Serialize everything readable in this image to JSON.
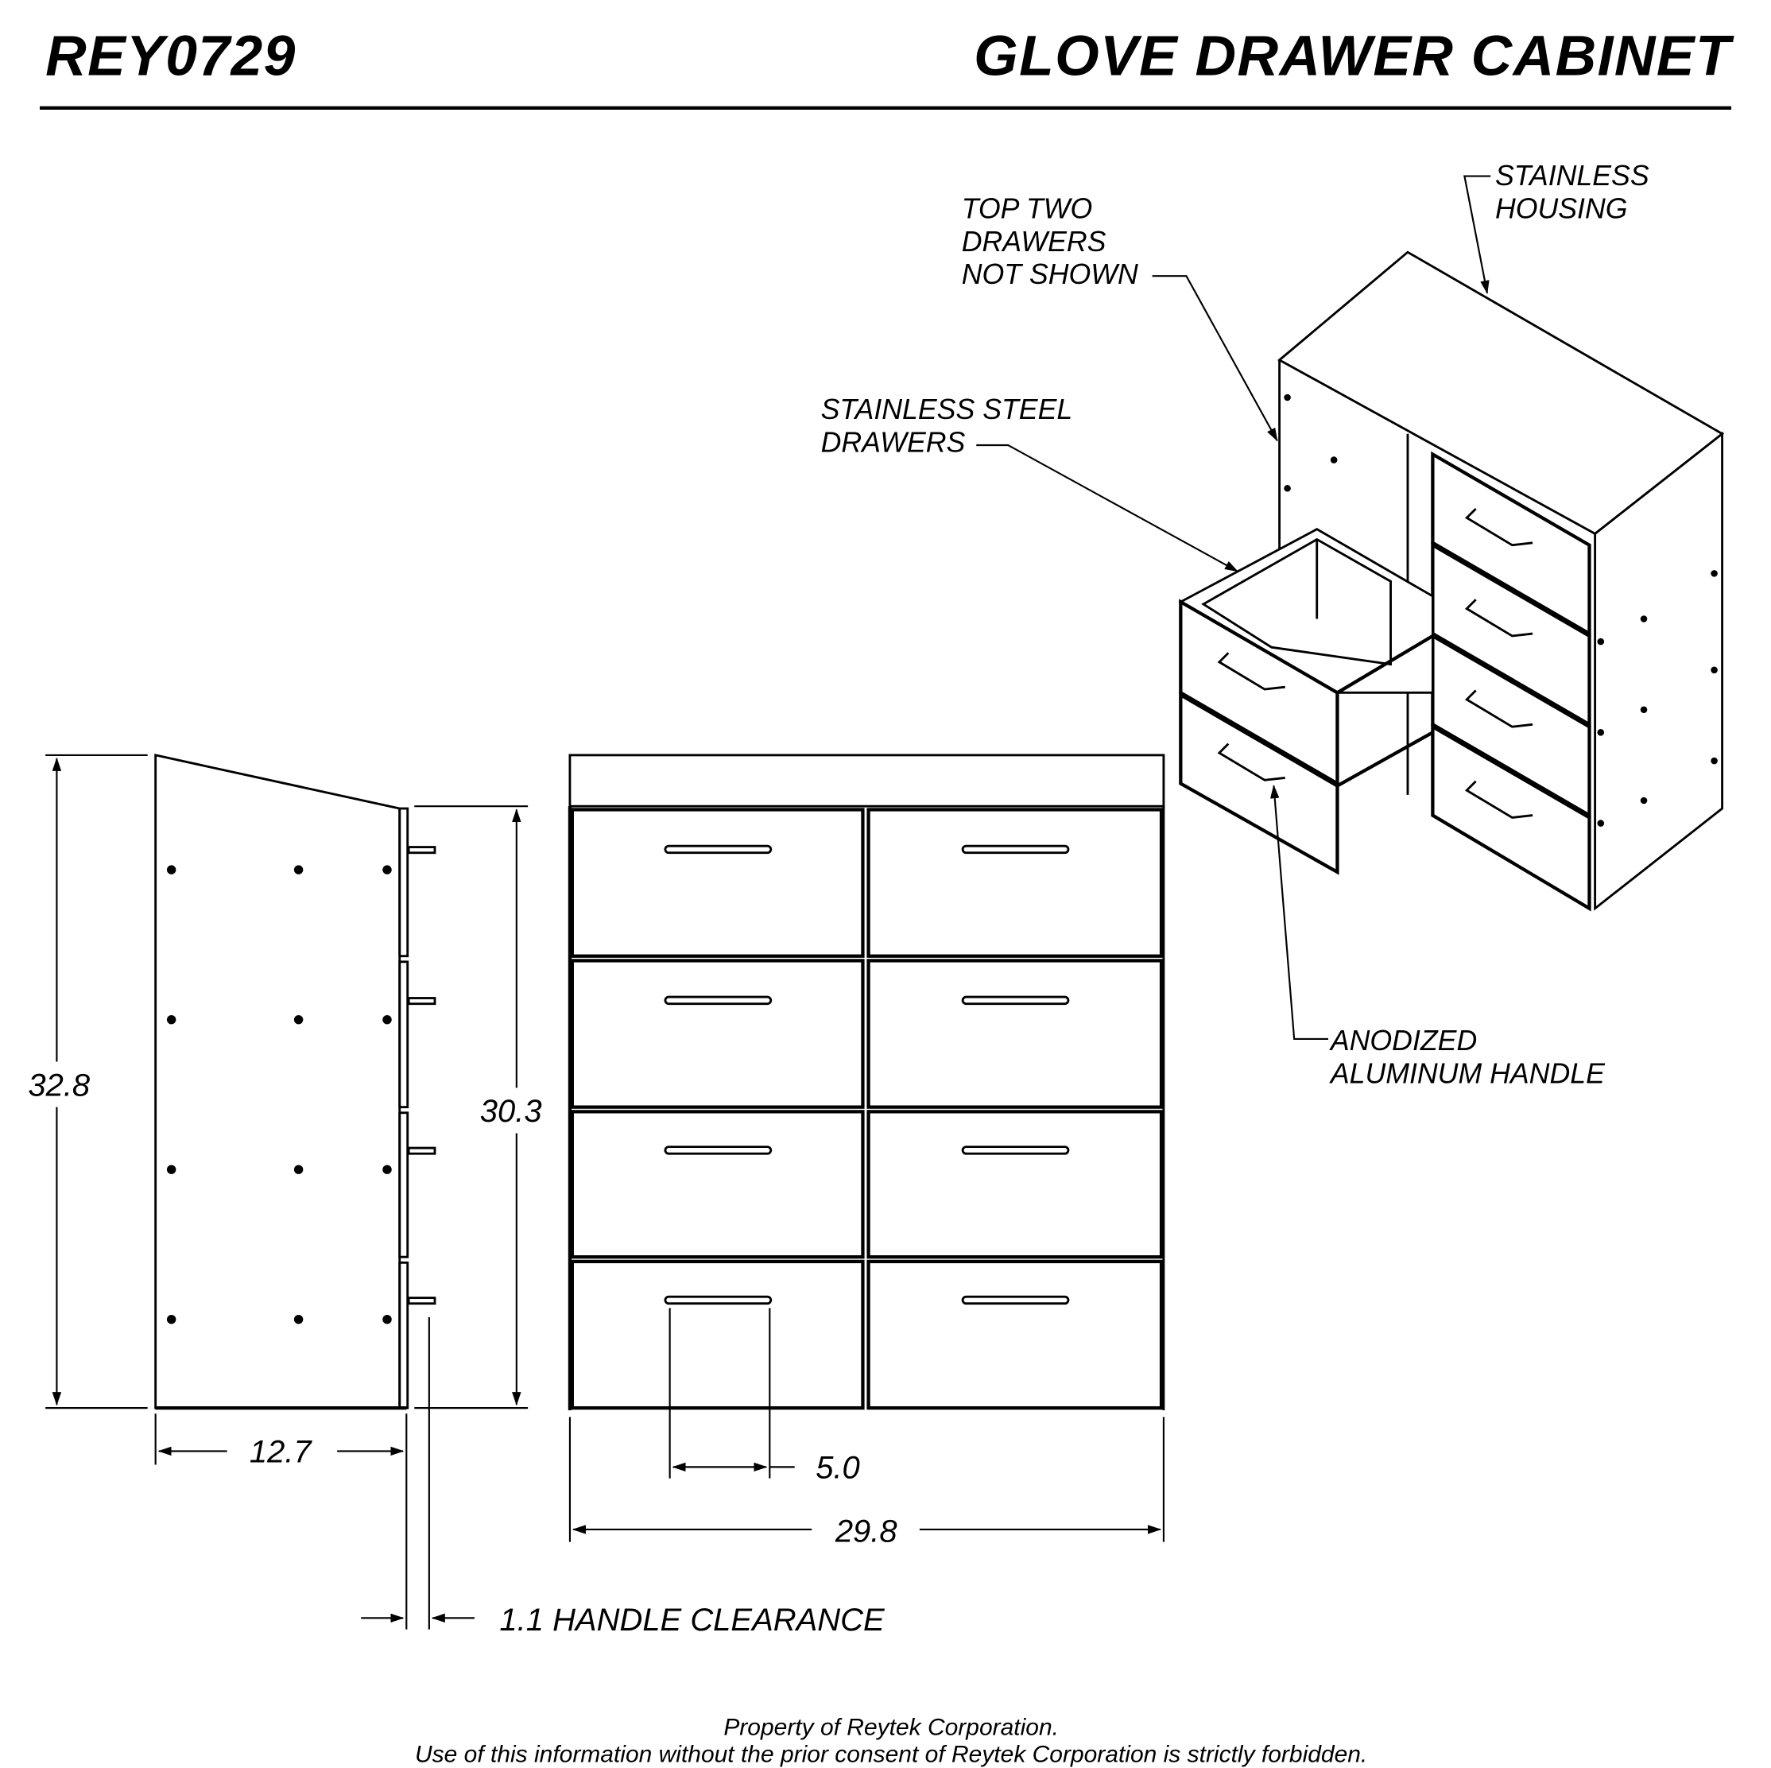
{
  "header": {
    "part_number": "REY0729",
    "title": "GLOVE DRAWER CABINET"
  },
  "callouts": {
    "housing": [
      "STAINLESS",
      "HOUSING"
    ],
    "not_shown": [
      "TOP TWO",
      "DRAWERS",
      "NOT SHOWN"
    ],
    "drawers": [
      "STAINLESS STEEL",
      "DRAWERS"
    ],
    "handle": [
      "ANODIZED",
      "ALUMINUM HANDLE"
    ]
  },
  "dimensions": {
    "overall_height": "32.8",
    "drawer_height": "30.3",
    "depth": "12.7",
    "handle_clearance": "1.1 HANDLE CLEARANCE",
    "handle_width": "5.0",
    "width": "29.8"
  },
  "footer": {
    "line1": "Property of Reytek Corporation.",
    "line2": "Use of this information without the prior consent of Reytek Corporation is strictly forbidden."
  }
}
